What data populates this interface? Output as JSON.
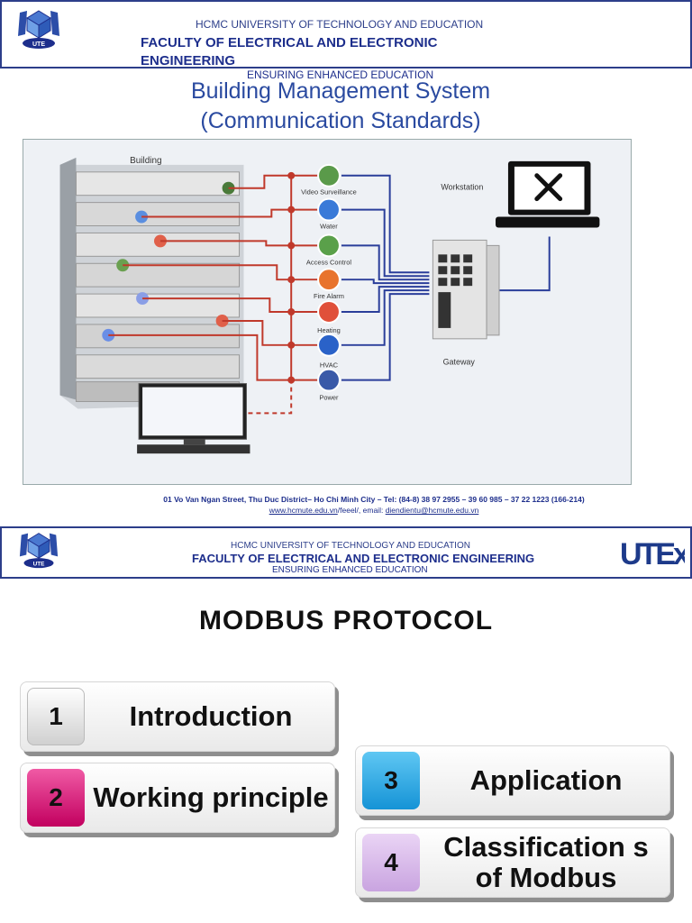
{
  "slide1": {
    "header": {
      "university": "HCMC UNIVERSITY OF TECHNOLOGY AND EDUCATION",
      "faculty_line1": "FACULTY OF ELECTRICAL AND ELECTRONIC",
      "faculty_line2": "ENGINEERING",
      "motto": "ENSURING ENHANCED EDUCATION",
      "logo_text": "UTE"
    },
    "title_line1": "Building Management System",
    "title_line2": "(Communication Standards)",
    "diagram": {
      "building_label": "Building",
      "workstation_label": "Workstation",
      "gateway_label": "Gateway",
      "services": [
        "Video Surveillance",
        "Water",
        "Access Control",
        "Fire Alarm",
        "Heating",
        "HVAC",
        "Power"
      ]
    },
    "footer": {
      "address": "01 Vo Van Ngan Street, Thu Duc District– Ho Chi Minh City – Tel: (84-8) 38 97 2955 – 39 60 985 – 37 22 1223 (166-214)",
      "website": "www.hcmute.edu.vn",
      "website_suffix": "/feeel/, email: ",
      "email": "diendientu@hcmute.edu.vn"
    }
  },
  "slide2": {
    "header": {
      "university": "HCMC UNIVERSITY OF TECHNOLOGY  AND EDUCATION",
      "faculty": "FACULTY OF ELECTRICAL AND ELECTRONIC ENGINEERING",
      "motto": "ENSURING ENHANCED EDUCATION",
      "logo_text": "UTE",
      "brand_logo": "UTEx"
    },
    "title": "MODBUS PROTOCOL",
    "items": [
      {
        "num": "1",
        "label": "Introduction"
      },
      {
        "num": "2",
        "label": "Working principle"
      },
      {
        "num": "3",
        "label": "Application"
      },
      {
        "num": "4",
        "label": "Classification s of Modbus"
      }
    ]
  },
  "colors": {
    "header_blue": "#1d2e8c",
    "title_blue": "#2a4aa0",
    "pink": "#d6006f",
    "cyan": "#2aa9e6",
    "lavender": "#d9bdec"
  }
}
